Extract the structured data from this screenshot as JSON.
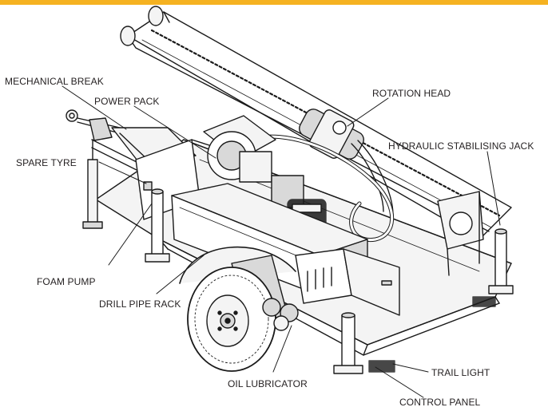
{
  "colors": {
    "accent_bar": "#F5B221",
    "label_text": "#231f20",
    "line_art": "#1a1a1a",
    "fill_light": "#f4f4f4",
    "fill_mid": "#d9d9d9"
  },
  "labels": {
    "mechanical_break": "MECHANICAL BREAK",
    "power_pack": "POWER PACK",
    "rotation_head": "ROTATION HEAD",
    "spare_tyre": "SPARE TYRE",
    "hydraulic_stabilising_jack": "HYDRAULIC STABILISING JACK",
    "foam_pump": "FOAM PUMP",
    "drill_pipe_rack": "DRILL PIPE RACK",
    "oil_lubricator": "OIL LUBRICATOR",
    "trail_light": "TRAIL LIGHT",
    "control_panel": "CONTROL PANEL"
  }
}
